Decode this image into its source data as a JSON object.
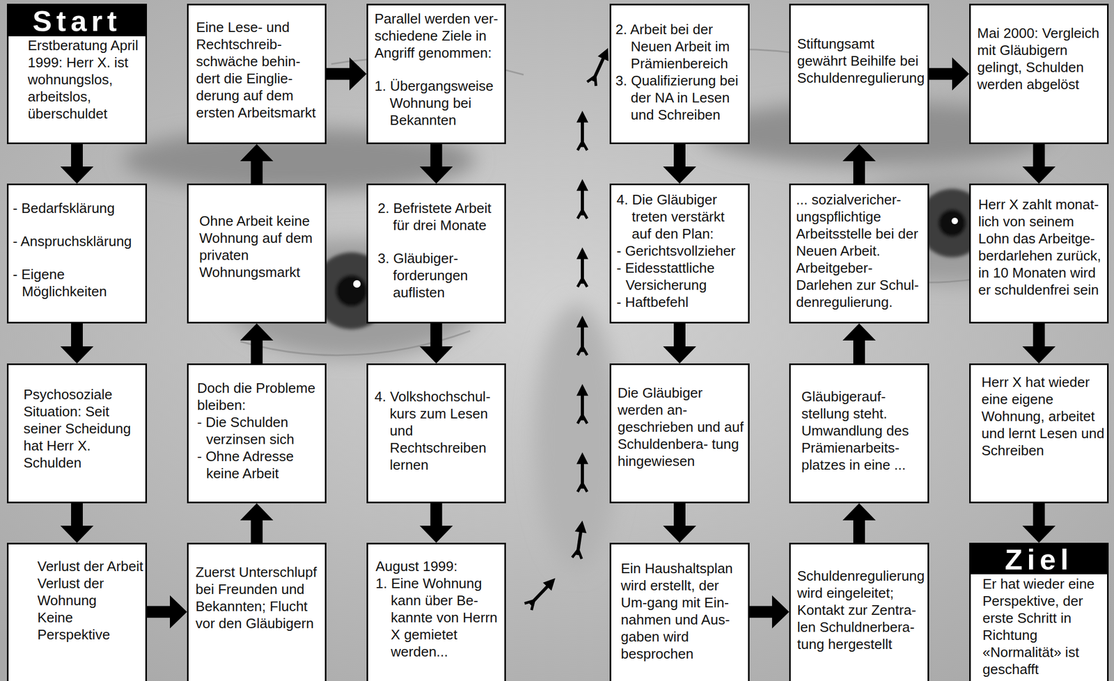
{
  "diagram": {
    "nodes": [
      {
        "text": [
          "Start",
          "Erstberatung April 1999: Herr X. ist wohnungslos, arbeitslos, überschuldet"
        ]
      },
      {
        "text": [
          "- Bedarfsklärung",
          "- Anspruchsklärung",
          "- Eigene Möglichkeiten"
        ]
      },
      {
        "text": [
          "Psychosoziale Situation: Seit seiner Scheidung hat Herr X. Schulden"
        ]
      },
      {
        "text": [
          "Verlust der Arbeit",
          "Verlust der Wohnung",
          "Keine Perspektive"
        ]
      },
      {
        "text": [
          "Zuerst Unterschlupf bei Freunden und Bekannten; Flucht vor den Gläubigern"
        ]
      },
      {
        "text": [
          "Doch die Probleme bleiben:",
          "- Die Schulden verzinsen sich",
          "- Ohne Adresse keine Arbeit"
        ]
      },
      {
        "text": [
          "Ohne Arbeit keine Wohnung auf dem privaten Wohnungsmarkt"
        ]
      },
      {
        "text": [
          "Eine Lese- und Rechtschreib- schwäche behin- dert die Einglie- derung auf dem ersten Arbeitsmarkt"
        ]
      },
      {
        "text": [
          "Parallel werden ver- schiedene Ziele in Angriff genommen:",
          "1. Übergangsweise Wohnung bei Bekannten"
        ]
      },
      {
        "text": [
          "2. Befristete Arbeit für drei Monate",
          "3. Gläubiger- forderungen auflisten"
        ]
      },
      {
        "text": [
          "4. Volkshochschul- kurs zum Lesen und Rechtschreiben lernen"
        ]
      },
      {
        "text": [
          "August 1999:",
          "1. Eine Wohnung kann über Be- kannte von Herrn X gemietet werden..."
        ]
      },
      {
        "text": [
          "2. Arbeit bei der Neuen Arbeit im Prämienbereich",
          "3. Qualifizierung bei der NA in Lesen und Schreiben"
        ]
      },
      {
        "text": [
          "4. Die Gläubiger treten verstärkt auf den Plan:",
          "- Gerichtsvollzieher",
          "- Eidesstattliche Versicherung",
          "- Haftbefehl"
        ]
      },
      {
        "text": [
          "Die Gläubiger werden an- geschrieben und auf Schuldenbera- tung hingewiesen"
        ]
      },
      {
        "text": [
          "Ein Haushaltsplan wird erstellt, der Um-gang mit Ein- nahmen und Aus- gaben wird besprochen"
        ]
      },
      {
        "text": [
          "Schuldenregulierung wird eingeleitet; Kontakt zur Zentra- len Schuldnerbera- tung hergestellt"
        ]
      },
      {
        "text": [
          "Gläubigerauf- stellung steht. Umwandlung des Prämienarbeits- platzes in eine ..."
        ]
      },
      {
        "text": [
          "... sozialvericher- ungspflichtige Arbeitsstelle bei der Neuen Arbeit. Arbeitgeber- Darlehen zur Schul- denregulierung."
        ]
      },
      {
        "text": [
          "Stiftungsamt gewährt Beihilfe bei Schuldenregulierung"
        ]
      },
      {
        "text": [
          "Mai 2000: Vergleich mit Gläubigern gelingt, Schulden werden abgelöst"
        ]
      },
      {
        "text": [
          "Herr X zahlt monat- lich von seinem Lohn das Arbeitge- berdarlehen zurück, in 10 Monaten wird er schuldenfrei sein"
        ]
      },
      {
        "text": [
          "Herr X hat wieder eine eigene Wohnung, arbeitet und lernt Lesen und Schreiben"
        ]
      },
      {
        "text": [
          "Ziel",
          "Er hat wieder eine Perspektive, der erste Schritt in Richtung «Normalität» ist geschafft"
        ]
      }
    ],
    "edges": [
      {
        "from": 0,
        "to": 1,
        "arrow": "to"
      },
      {
        "from": 1,
        "to": 2,
        "arrow": "to"
      },
      {
        "from": 2,
        "to": 3,
        "arrow": "to"
      },
      {
        "from": 3,
        "to": 4,
        "arrow": "to"
      },
      {
        "from": 4,
        "to": 5,
        "arrow": "to"
      },
      {
        "from": 5,
        "to": 6,
        "arrow": "to"
      },
      {
        "from": 6,
        "to": 7,
        "arrow": "to"
      },
      {
        "from": 7,
        "to": 8,
        "arrow": "to"
      },
      {
        "from": 8,
        "to": 9,
        "arrow": "to"
      },
      {
        "from": 9,
        "to": 10,
        "arrow": "to"
      },
      {
        "from": 10,
        "to": 11,
        "arrow": "to"
      },
      {
        "from": 11,
        "to": 12,
        "arrow": "to"
      },
      {
        "from": 12,
        "to": 13,
        "arrow": "to"
      },
      {
        "from": 13,
        "to": 14,
        "arrow": "to"
      },
      {
        "from": 14,
        "to": 15,
        "arrow": "to"
      },
      {
        "from": 15,
        "to": 16,
        "arrow": "to"
      },
      {
        "from": 16,
        "to": 17,
        "arrow": "to"
      },
      {
        "from": 17,
        "to": 18,
        "arrow": "to"
      },
      {
        "from": 18,
        "to": 19,
        "arrow": "to"
      },
      {
        "from": 19,
        "to": 20,
        "arrow": "to"
      },
      {
        "from": 20,
        "to": 21,
        "arrow": "to"
      },
      {
        "from": 21,
        "to": 22,
        "arrow": "to"
      },
      {
        "from": 22,
        "to": 23,
        "arrow": "to"
      }
    ]
  }
}
